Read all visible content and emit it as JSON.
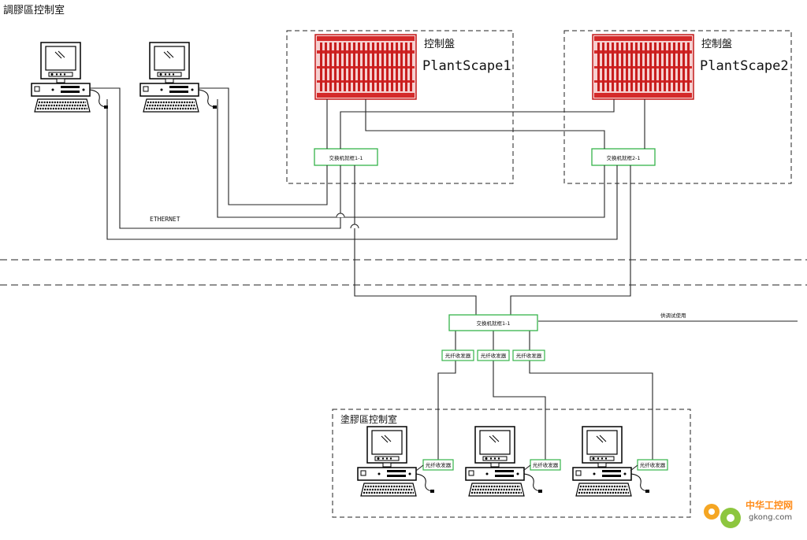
{
  "top_area": {
    "title": "調膠區控制室"
  },
  "bottom_area": {
    "title": "塗膠區控制室"
  },
  "panels": [
    {
      "label": "控制盤",
      "name": "PlantScape1",
      "switch_label": "交换机就框1-1"
    },
    {
      "label": "控制盤",
      "name": "PlantScape2",
      "switch_label": "交换机就框2-1"
    }
  ],
  "network_label": "ETHERNET",
  "central_switch": {
    "label": "交换机就框1-1"
  },
  "debug_label": "供调试使用",
  "fiber_transceivers": [
    "光纤收发器",
    "光纤收发器",
    "光纤收发器",
    "光纤收发器",
    "光纤收发器",
    "光纤收发器"
  ],
  "watermark": {
    "cn": "中华工控网",
    "url": "gkong.com"
  },
  "colors": {
    "rack": "#d42a2a",
    "switch_border": "#35b34a",
    "wire": "#222222"
  }
}
